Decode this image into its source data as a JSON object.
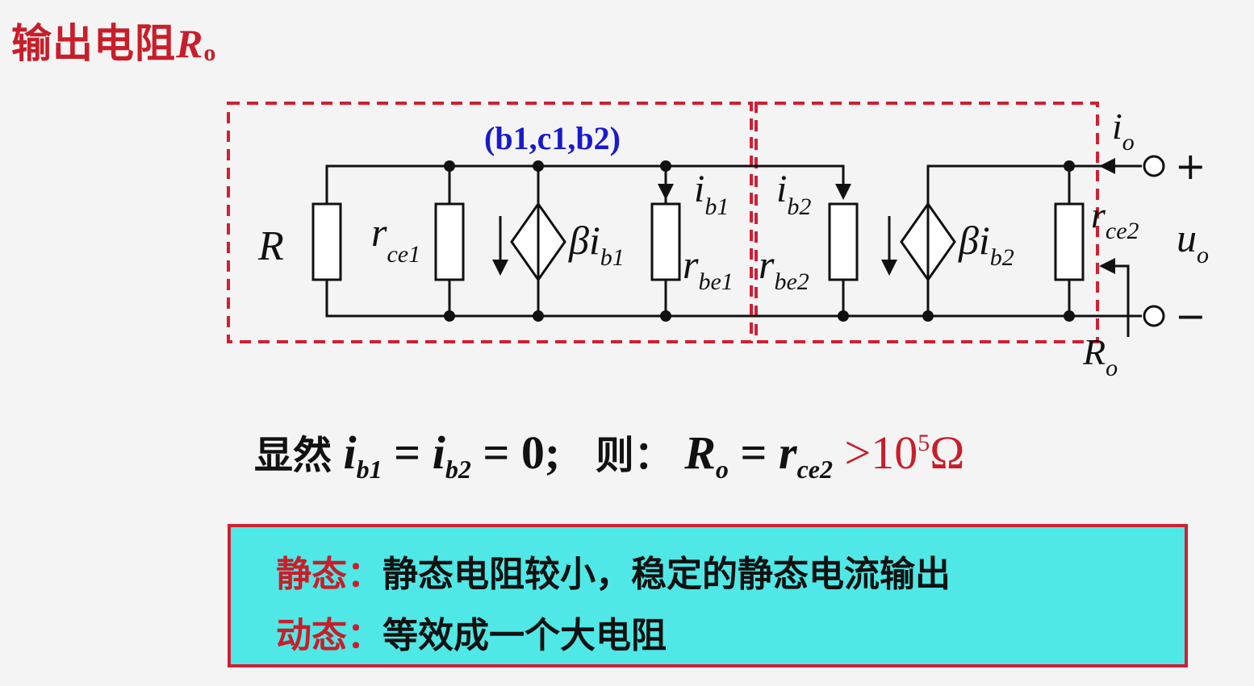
{
  "title": {
    "text": "输出电阻",
    "symbol": "R",
    "subscript": "o"
  },
  "circuit": {
    "node_label": "(b1,c1,b2)",
    "components": {
      "R": {
        "main": "R",
        "sub": ""
      },
      "rce1": {
        "main": "r",
        "sub": "ce1"
      },
      "beta_ib1": {
        "main": "βi",
        "sub": "b1"
      },
      "ib1": {
        "main": "i",
        "sub": "b1"
      },
      "rbe1": {
        "main": "r",
        "sub": "be1"
      },
      "ib2": {
        "main": "i",
        "sub": "b2"
      },
      "rbe2": {
        "main": "r",
        "sub": "be2"
      },
      "beta_ib2": {
        "main": "βi",
        "sub": "b2"
      },
      "rce2": {
        "main": "r",
        "sub": "ce2"
      },
      "io": {
        "main": "i",
        "sub": "o"
      },
      "uo": {
        "main": "u",
        "sub": "o"
      },
      "Ro": {
        "main": "R",
        "sub": "o"
      },
      "plus": "+",
      "minus": "−"
    },
    "colors": {
      "wire": "#111111",
      "box": "#d11f33",
      "node_label": "#1a1acc"
    }
  },
  "equation": {
    "prefix": "显然",
    "ib1": "i",
    "ib1_sub": "b1",
    "eq1": "=",
    "ib2": "i",
    "ib2_sub": "b2",
    "eq2": "=",
    "zero": "0;",
    "then": "则：",
    "Ro": "R",
    "Ro_sub": "o",
    "eq3": "=",
    "rce": "r",
    "rce_sub": "ce2",
    "gt": ">",
    "base": "10",
    "exp": "5",
    "unit": "Ω"
  },
  "note": {
    "line1_key": "静态：",
    "line1_text": "静态电阻较小，稳定的静态电流输出",
    "line2_key": "动态：",
    "line2_text": "等效成一个大电阻"
  }
}
